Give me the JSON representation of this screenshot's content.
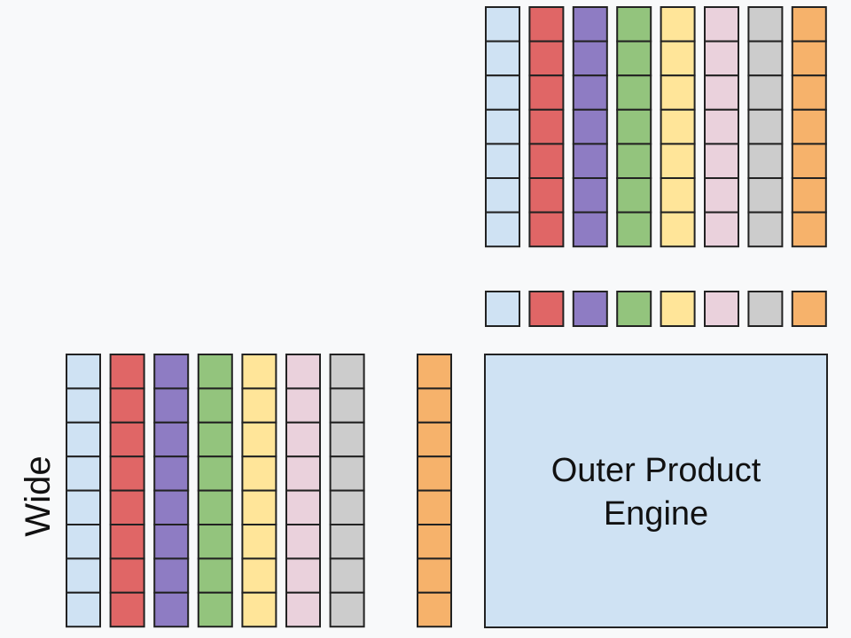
{
  "colors": {
    "background": "#f8f9fa",
    "outline": "#222222",
    "engine_fill": "#cfe2f3",
    "palette": [
      "#cfe2f3",
      "#e06666",
      "#8e7cc3",
      "#93c47d",
      "#ffe599",
      "#ead1dc",
      "#cccccc",
      "#f6b26b"
    ]
  },
  "top_matrix": {
    "columns": 8,
    "rows": 7
  },
  "vector_row": {
    "cells": 8
  },
  "left_matrix": {
    "columns_left_group": 7,
    "columns_right_group": 1,
    "rows": 8,
    "right_group_color_index": 7
  },
  "engine": {
    "line1": "Outer Product",
    "line2": "Engine"
  },
  "side_label": {
    "text": "Wide"
  }
}
